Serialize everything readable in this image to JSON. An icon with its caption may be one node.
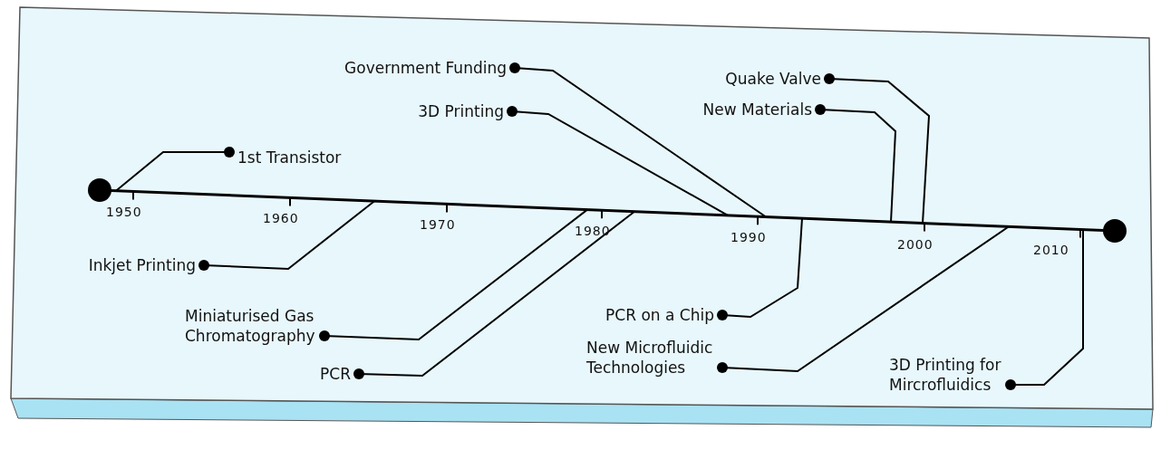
{
  "diagram": {
    "nodes": [
      {
        "text": [],
        "shape": "bar"
      },
      {
        "text": [
          "Government Funding"
        ]
      },
      {
        "text": [
          "Quake Valve"
        ]
      },
      {
        "text": [
          "New Materials"
        ]
      },
      {
        "text": [
          "3D Printing"
        ]
      },
      {
        "text": [
          "1st Transistor"
        ]
      },
      {
        "text": [
          "Inkjet Printing"
        ]
      },
      {
        "text": [
          "PCR on a Chip"
        ]
      },
      {
        "text": [
          "Miniaturised Gas Chromatography"
        ]
      },
      {
        "text": [
          "New Microfluidic Technologies"
        ]
      },
      {
        "text": [
          "3D Printing for Mircrofluidics"
        ]
      },
      {
        "text": [
          "PCR"
        ]
      }
    ],
    "edges": [
      {
        "from": 1,
        "to": 0,
        "arrow": "other"
      },
      {
        "from": 2,
        "to": 0,
        "arrow": "other"
      },
      {
        "from": 3,
        "to": 0,
        "arrow": "other"
      },
      {
        "from": 4,
        "to": 0,
        "arrow": "other"
      },
      {
        "from": 5,
        "to": 0,
        "arrow": "other"
      },
      {
        "from": 6,
        "to": 0,
        "arrow": "other"
      },
      {
        "from": 7,
        "to": 0,
        "arrow": "other"
      },
      {
        "from": 8,
        "to": 0,
        "arrow": "other"
      },
      {
        "from": 9,
        "to": 0,
        "arrow": "other"
      },
      {
        "from": 10,
        "to": 0,
        "arrow": "other"
      },
      {
        "from": 11,
        "to": 0,
        "arrow": "other"
      }
    ],
    "labels": [
      "1950",
      "1960",
      "1970",
      "1980",
      "1990",
      "2000",
      "2010"
    ]
  }
}
